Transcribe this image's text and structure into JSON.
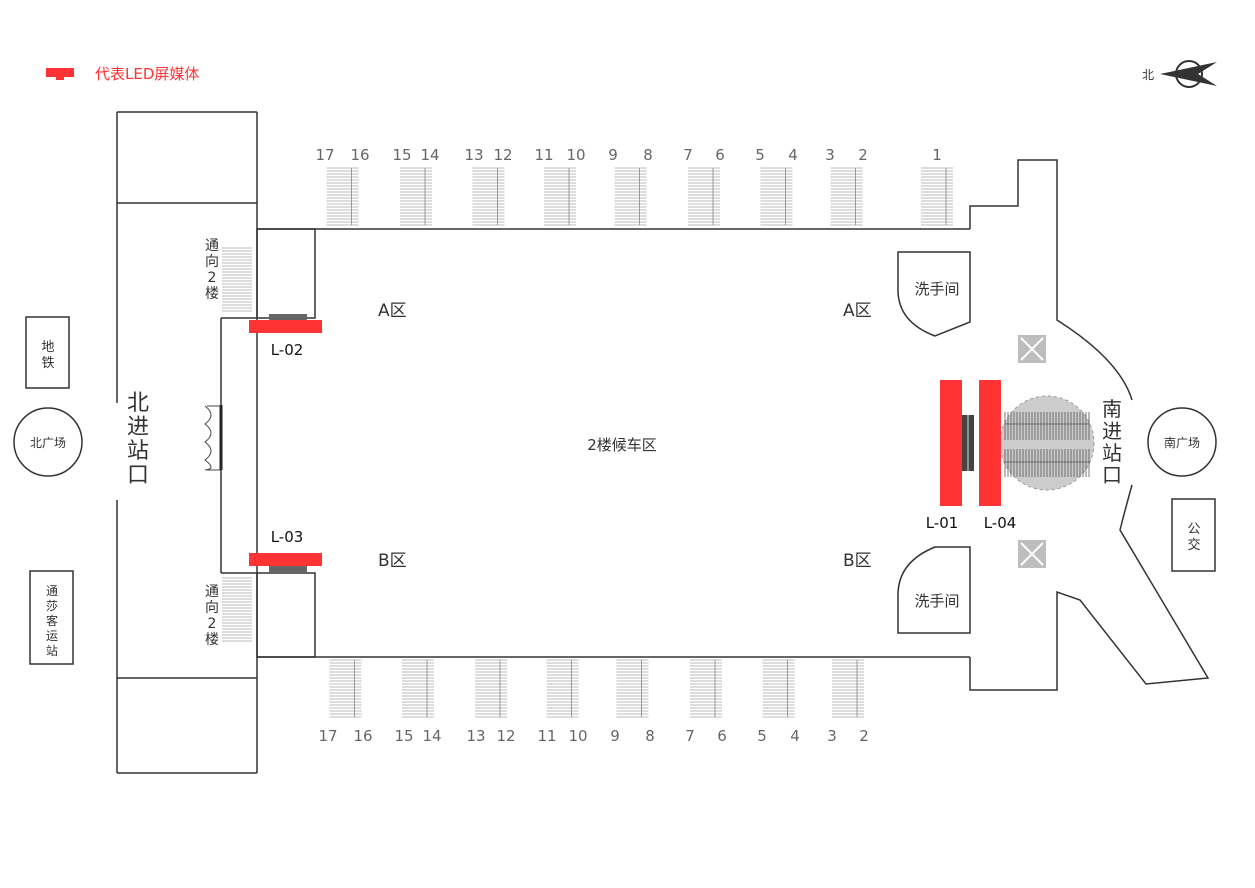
{
  "legend": {
    "label": "代表LED屏媒体",
    "color": "#ff3333"
  },
  "compass": {
    "label": "北"
  },
  "hall": {
    "title": "2楼候车区"
  },
  "zones": {
    "a_left": "A区",
    "a_right": "A区",
    "b_left": "B区",
    "b_right": "B区"
  },
  "entrances": {
    "north": "北进站口",
    "south": "南进站口"
  },
  "outside": {
    "metro": "地铁",
    "north_plaza": "北广场",
    "tongsha": "通莎客运站",
    "south_plaza": "南广场",
    "bus": "公交"
  },
  "stairs_to_2f": "通向2楼",
  "restrooms": {
    "upper": "洗手间",
    "lower": "洗手间"
  },
  "led_screens": [
    {
      "id": "L-01"
    },
    {
      "id": "L-02"
    },
    {
      "id": "L-03"
    },
    {
      "id": "L-04"
    }
  ],
  "gates_top": [
    "17",
    "16",
    "15",
    "14",
    "13",
    "12",
    "11",
    "10",
    "9",
    "8",
    "7",
    "6",
    "5",
    "4",
    "3",
    "2",
    "1"
  ],
  "gates_bottom": [
    "17",
    "16",
    "15",
    "14",
    "13",
    "12",
    "11",
    "10",
    "9",
    "8",
    "7",
    "6",
    "5",
    "4",
    "3",
    "2"
  ],
  "colors": {
    "led": "#ff3333",
    "line": "#333333",
    "stair": "#bbbbbb",
    "escalator_bg": "#cccccc",
    "marker": "#bdbdbd"
  }
}
